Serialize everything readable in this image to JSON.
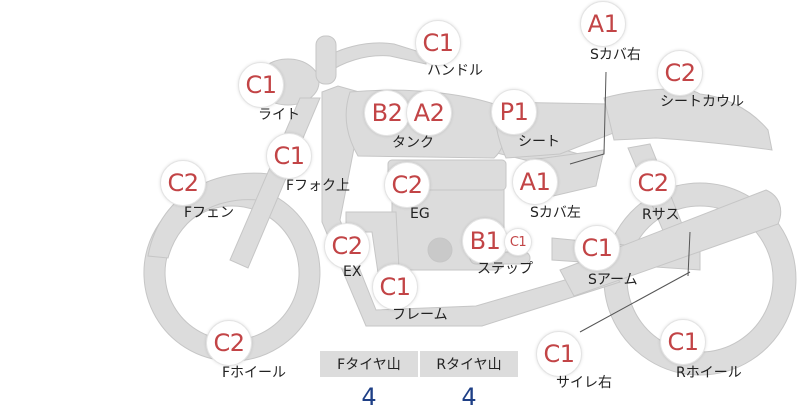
{
  "badges": {
    "handle": "C1",
    "light": "C1",
    "tank_b": "B2",
    "tank_a": "A2",
    "seat": "P1",
    "scover_right": "A1",
    "seat_cowl": "C2",
    "ffork": "C1",
    "ffender": "C2",
    "eg": "C2",
    "scover_left": "A1",
    "rsus": "C2",
    "ex": "C2",
    "step_b": "B1",
    "step_c": "C1",
    "sarm": "C1",
    "frame": "C1",
    "fwheel": "C2",
    "rwheel": "C1",
    "silencer": "C1"
  },
  "labels": {
    "handle": "ハンドル",
    "light": "ライト",
    "tank": "タンク",
    "seat": "シート",
    "scover_right": "Sカバ右",
    "seat_cowl": "シートカウル",
    "ffork": "Fフォク上",
    "ffender": "Fフェン",
    "eg": "EG",
    "scover_left": "Sカバ左",
    "rsus": "Rサス",
    "ex": "EX",
    "step": "ステップ",
    "sarm": "Sアーム",
    "frame": "フレーム",
    "fwheel": "Fホイール",
    "rwheel": "Rホイール",
    "silencer": "サイレ右"
  },
  "tire_table": {
    "headers": [
      "Fタイヤ山",
      "Rタイヤ山"
    ],
    "values": [
      "4",
      "4"
    ]
  },
  "colors": {
    "part_fill": "#dcdcdc",
    "badge_text": "#c24446",
    "value_text": "#1e3f86"
  }
}
